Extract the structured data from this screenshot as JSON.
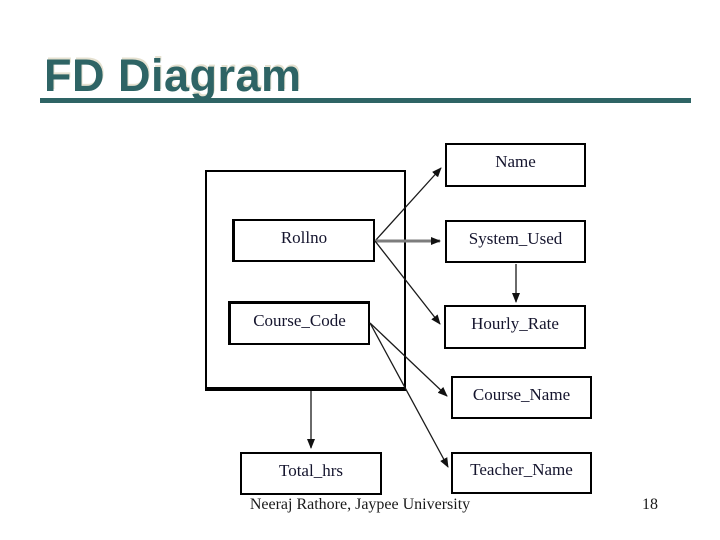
{
  "slide": {
    "title": "FD Diagram",
    "accent_color": "#2E6465",
    "background_color": "#FFFFFF",
    "footer": {
      "credit": "Neeraj Rathore, Jaypee University",
      "page_number": "18"
    }
  },
  "diagram": {
    "kind": "functional-dependency-diagram",
    "labels": {
      "rollno": "Rollno",
      "course_code": "Course_Code",
      "name": "Name",
      "system_used": "System_Used",
      "hourly_rate": "Hourly_Rate",
      "course_name": "Course_Name",
      "teacher_name": "Teacher_Name",
      "total_hrs": "Total_hrs"
    },
    "arrows": [
      {
        "from": "Rollno",
        "to": "Name"
      },
      {
        "from": "Rollno",
        "to": "System_Used"
      },
      {
        "from": "Rollno",
        "to": "Hourly_Rate"
      },
      {
        "from": "System_Used",
        "to": "Hourly_Rate"
      },
      {
        "from": "Course_Code",
        "to": "Course_Name"
      },
      {
        "from": "Course_Code",
        "to": "Teacher_Name"
      },
      {
        "from": "Rollno+Course_Code (composite)",
        "to": "Total_hrs"
      }
    ]
  }
}
